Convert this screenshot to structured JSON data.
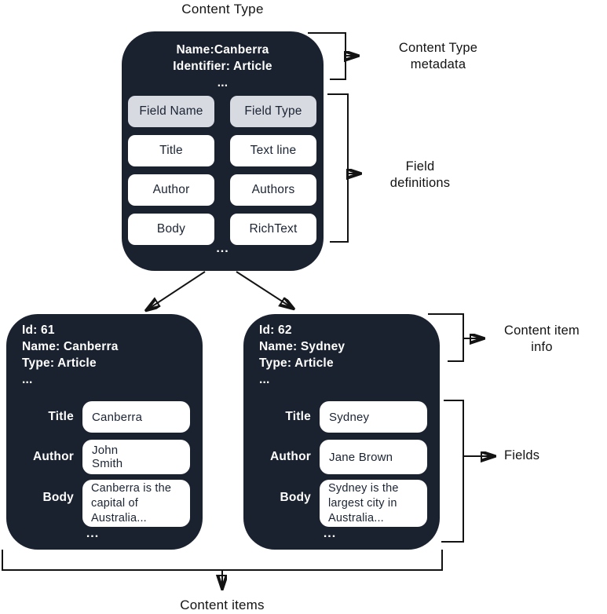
{
  "title": "Content Type",
  "content_type": {
    "name": "Name:Canberra",
    "identifier": "Identifier: Article",
    "meta_ellipsis": "...",
    "grid": {
      "headers": {
        "name": "Field Name",
        "type": "Field Type"
      },
      "rows": [
        {
          "name": "Title",
          "type": "Text line"
        },
        {
          "name": "Author",
          "type": "Authors"
        },
        {
          "name": "Body",
          "type": "RichText"
        }
      ],
      "ellipsis": "..."
    }
  },
  "annotations": {
    "content_type_metadata": "Content Type metadata",
    "field_definitions": "Field definitions",
    "content_item_info": "Content item info",
    "fields": "Fields",
    "content_items": "Content items"
  },
  "items": [
    {
      "id": "Id: 61",
      "name": "Name: Canberra",
      "type": "Type: Article",
      "info_ellipsis": "...",
      "title_label": "Title",
      "title": "Canberra",
      "author_label": "Author",
      "author": "John Smith",
      "body_label": "Body",
      "body": "Canberra is the capital of Australia...",
      "ellipsis": "..."
    },
    {
      "id": "Id: 62",
      "name": "Name: Sydney",
      "type": "Type: Article",
      "info_ellipsis": "...",
      "title_label": "Title",
      "title": "Sydney",
      "author_label": "Author",
      "author": "Jane Brown",
      "body_label": "Body",
      "body": "Sydney is the largest city in Australia...",
      "ellipsis": "..."
    }
  ],
  "colors": {
    "box_bg": "#1a2230",
    "header_pill_bg": "#d8dae2",
    "pill_bg": "#ffffff",
    "line": "#131313"
  }
}
